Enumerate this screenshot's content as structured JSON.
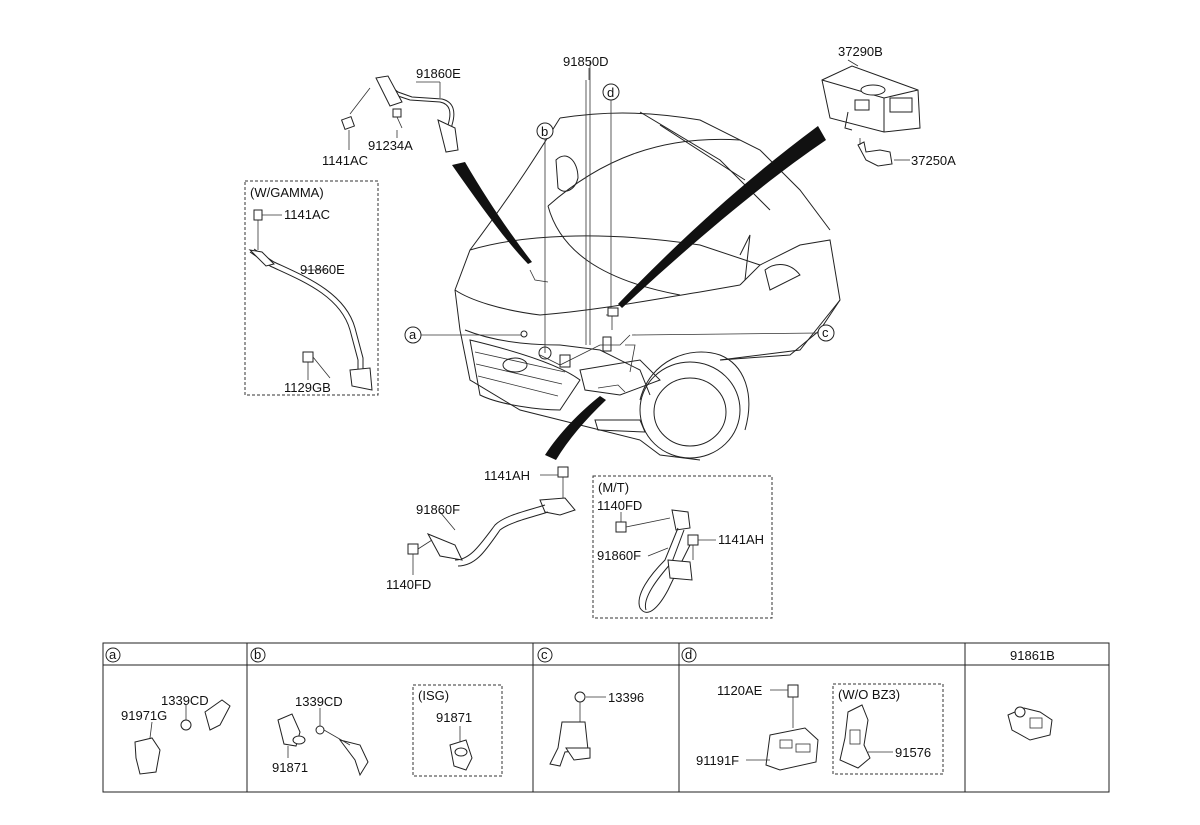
{
  "callouts": {
    "c91860E_top": "91860E",
    "c1141AC_top": "1141AC",
    "c91234A": "91234A",
    "c91850D": "91850D",
    "c37290B": "37290B",
    "c37250A": "37250A",
    "b_marker": "b",
    "d_marker": "d",
    "a_marker": "a",
    "c_marker": "c",
    "c1141AH_mid": "1141AH",
    "c91860F_mid": "91860F",
    "c1140FD_mid": "1140FD"
  },
  "gamma_box": {
    "title": "(W/GAMMA)",
    "c1141AC": "1141AC",
    "c91860E": "91860E",
    "c1129GB": "1129GB"
  },
  "mt_box": {
    "title": "(M/T)",
    "c1140FD": "1140FD",
    "c91860F": "91860F",
    "c1141AH": "1141AH"
  },
  "table": {
    "headers": [
      "a",
      "b",
      "c",
      "d",
      "91861B"
    ],
    "cell_a": {
      "c1339CD": "1339CD",
      "c91971G": "91971G"
    },
    "cell_b": {
      "c1339CD": "1339CD",
      "c91871": "91871",
      "isg_title": "(ISG)",
      "isg_91871": "91871"
    },
    "cell_c": {
      "c13396": "13396"
    },
    "cell_d": {
      "c1120AE": "1120AE",
      "c91191F": "91191F",
      "wobz3_title": "(W/O BZ3)",
      "c91576": "91576"
    }
  }
}
